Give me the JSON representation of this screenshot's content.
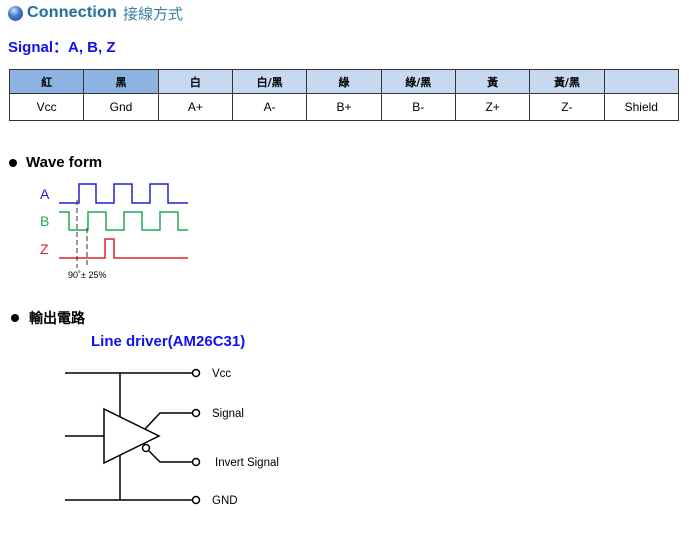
{
  "header": {
    "icon": "globe-icon",
    "title": "Connection",
    "subtitle": "接線方式"
  },
  "signal_heading": "Signal：A, B, Z",
  "connection_table": {
    "headers": [
      "紅",
      "黑",
      "白",
      "白/黑",
      "綠",
      "綠/黑",
      "黃",
      "黃/黑",
      ""
    ],
    "values": [
      "Vcc",
      "Gnd",
      "A+",
      "A-",
      "B+",
      "B-",
      "Z+",
      "Z-",
      "Shield"
    ]
  },
  "waveform": {
    "heading": "Wave form",
    "channels": [
      {
        "label": "A",
        "color": "#2222cc"
      },
      {
        "label": "B",
        "color": "#22aa55"
      },
      {
        "label": "Z",
        "color": "#dd2222"
      }
    ],
    "phase_note": "90˚± 25%"
  },
  "circuit": {
    "heading": "輸出電路",
    "driver_title": "Line driver(AM26C31)",
    "pins": [
      "Vcc",
      "Signal",
      "Invert Signal",
      "GND"
    ]
  },
  "colors": {
    "header_text": "#2a6f96",
    "accent_blue": "#1111ee",
    "table_header_dark": "#8db3e2",
    "table_header_light": "#c6d9f1"
  }
}
